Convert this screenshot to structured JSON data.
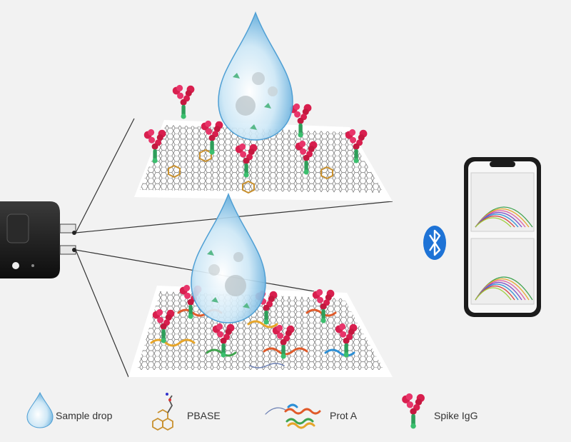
{
  "figure": {
    "background": "#f2f2f2",
    "colors": {
      "drop": "#9fd0ef",
      "drop_edge": "#4f9fd4",
      "graphene": "#555555",
      "spike_igg_head": "#d81f4e",
      "spike_igg_stem": "#2e9e5a",
      "pbase": "#c8902e",
      "bluetooth": "#1e73d6",
      "phone_body": "#1c1c1c"
    }
  },
  "phone": {
    "plots": [
      {
        "curves": [
          "#3fa34d",
          "#e6a52a",
          "#e05aa0",
          "#7a4cc7",
          "#2c8fd6",
          "#d83a3a",
          "#9ccf3a"
        ]
      },
      {
        "curves": [
          "#3fa34d",
          "#e6a52a",
          "#e05aa0",
          "#7a4cc7",
          "#2c8fd6",
          "#d83a3a",
          "#9ccf3a"
        ]
      }
    ]
  },
  "legend": {
    "items": [
      {
        "label": "Sample drop",
        "icon": "sample-drop-icon"
      },
      {
        "label": "PBASE",
        "icon": "pbase-molecule-icon"
      },
      {
        "label": "Prot A",
        "icon": "protein-a-icon"
      },
      {
        "label": "Spike IgG",
        "icon": "spike-igg-icon"
      }
    ]
  }
}
